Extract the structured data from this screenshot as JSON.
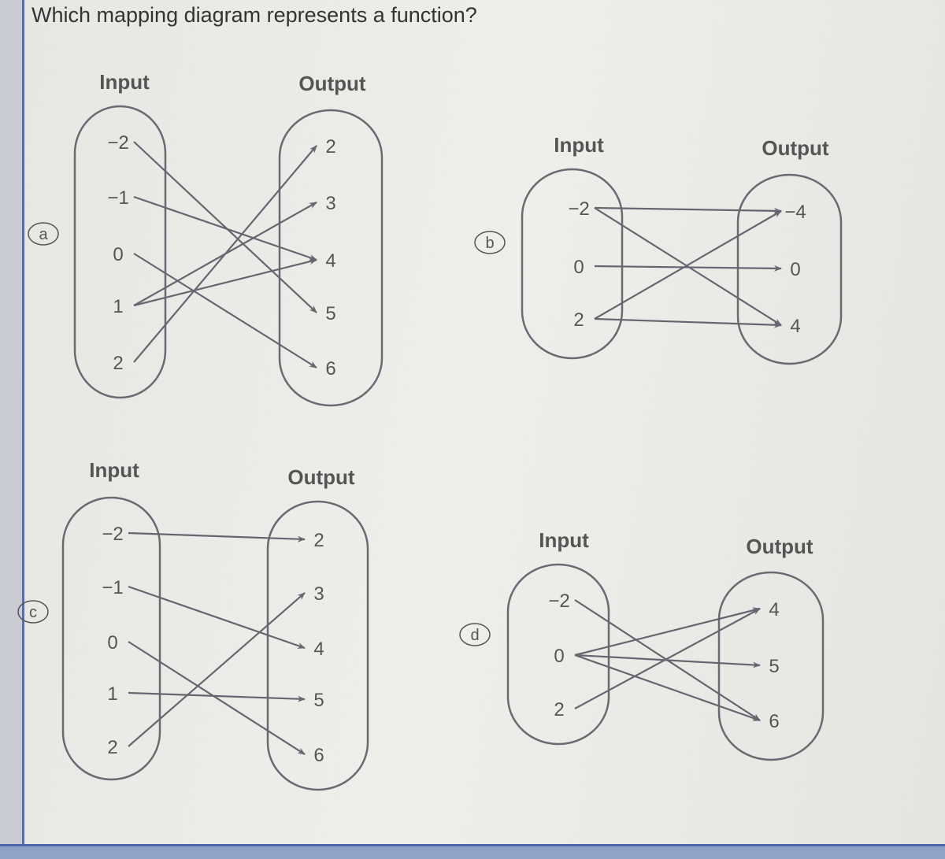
{
  "question": "Which mapping diagram represents a function?",
  "diagrams": [
    {
      "option": "a",
      "input_title": "Input",
      "output_title": "Output",
      "inputs": [
        "−2",
        "−1",
        "0",
        "1",
        "2"
      ],
      "outputs": [
        "2",
        "3",
        "4",
        "5",
        "6"
      ],
      "mappings": [
        [
          "−2",
          "5"
        ],
        [
          "−1",
          "4"
        ],
        [
          "0",
          "6"
        ],
        [
          "1",
          "3"
        ],
        [
          "1",
          "4"
        ],
        [
          "2",
          "2"
        ]
      ]
    },
    {
      "option": "b",
      "input_title": "Input",
      "output_title": "Output",
      "inputs": [
        "−2",
        "0",
        "2"
      ],
      "outputs": [
        "−4",
        "0",
        "4"
      ],
      "mappings": [
        [
          "−2",
          "−4"
        ],
        [
          "−2",
          "4"
        ],
        [
          "0",
          "0"
        ],
        [
          "2",
          "−4"
        ],
        [
          "2",
          "4"
        ]
      ]
    },
    {
      "option": "c",
      "input_title": "Input",
      "output_title": "Output",
      "inputs": [
        "−2",
        "−1",
        "0",
        "1",
        "2"
      ],
      "outputs": [
        "2",
        "3",
        "4",
        "5",
        "6"
      ],
      "mappings": [
        [
          "−2",
          "2"
        ],
        [
          "−1",
          "4"
        ],
        [
          "0",
          "6"
        ],
        [
          "1",
          "5"
        ],
        [
          "2",
          "3"
        ]
      ]
    },
    {
      "option": "d",
      "input_title": "Input",
      "output_title": "Output",
      "inputs": [
        "−2",
        "0",
        "2"
      ],
      "outputs": [
        "4",
        "5",
        "6"
      ],
      "mappings": [
        [
          "−2",
          "6"
        ],
        [
          "0",
          "4"
        ],
        [
          "0",
          "5"
        ],
        [
          "0",
          "6"
        ],
        [
          "2",
          "4"
        ]
      ]
    }
  ],
  "colors": {
    "line": "#666670",
    "oval": "#6a6a72",
    "text": "#555"
  }
}
